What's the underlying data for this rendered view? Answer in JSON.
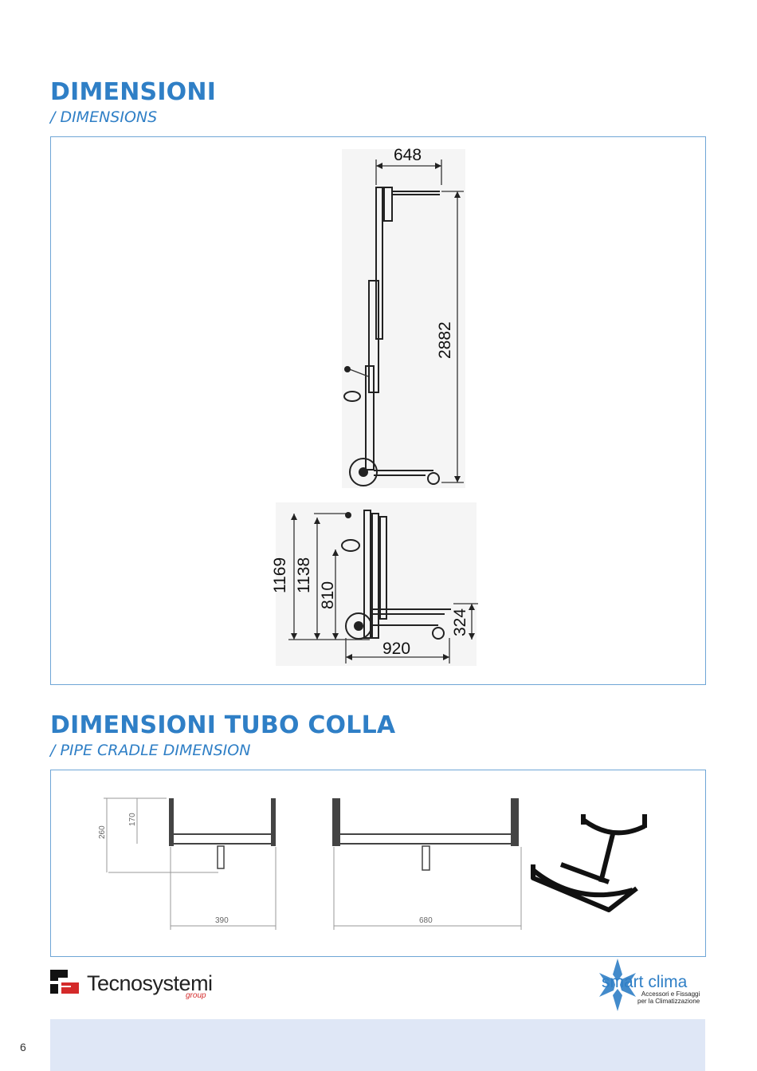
{
  "section1": {
    "title": "DIMENSIONI",
    "subtitle": "/ DIMENSIONS"
  },
  "section2": {
    "title": "DIMENSIONI TUBO COLLA",
    "subtitle": "/ PIPE CRADLE DIMENSION"
  },
  "lift_top": {
    "width": "648",
    "height": "2882"
  },
  "lift_bottom": {
    "h1": "1169",
    "h2": "1138",
    "h3": "810",
    "h4": "324",
    "length": "920"
  },
  "cradle": {
    "h_outer": "260",
    "h_inner": "170",
    "w_small": "390",
    "w_large": "680"
  },
  "footer": {
    "brand_left": "Tecnosystemi",
    "brand_left_sub": "group",
    "brand_right": "smart clima",
    "brand_right_tag_1": "Accessori e Fissaggi",
    "brand_right_tag_2": "per la Climatizzazione",
    "page_number": "6"
  }
}
